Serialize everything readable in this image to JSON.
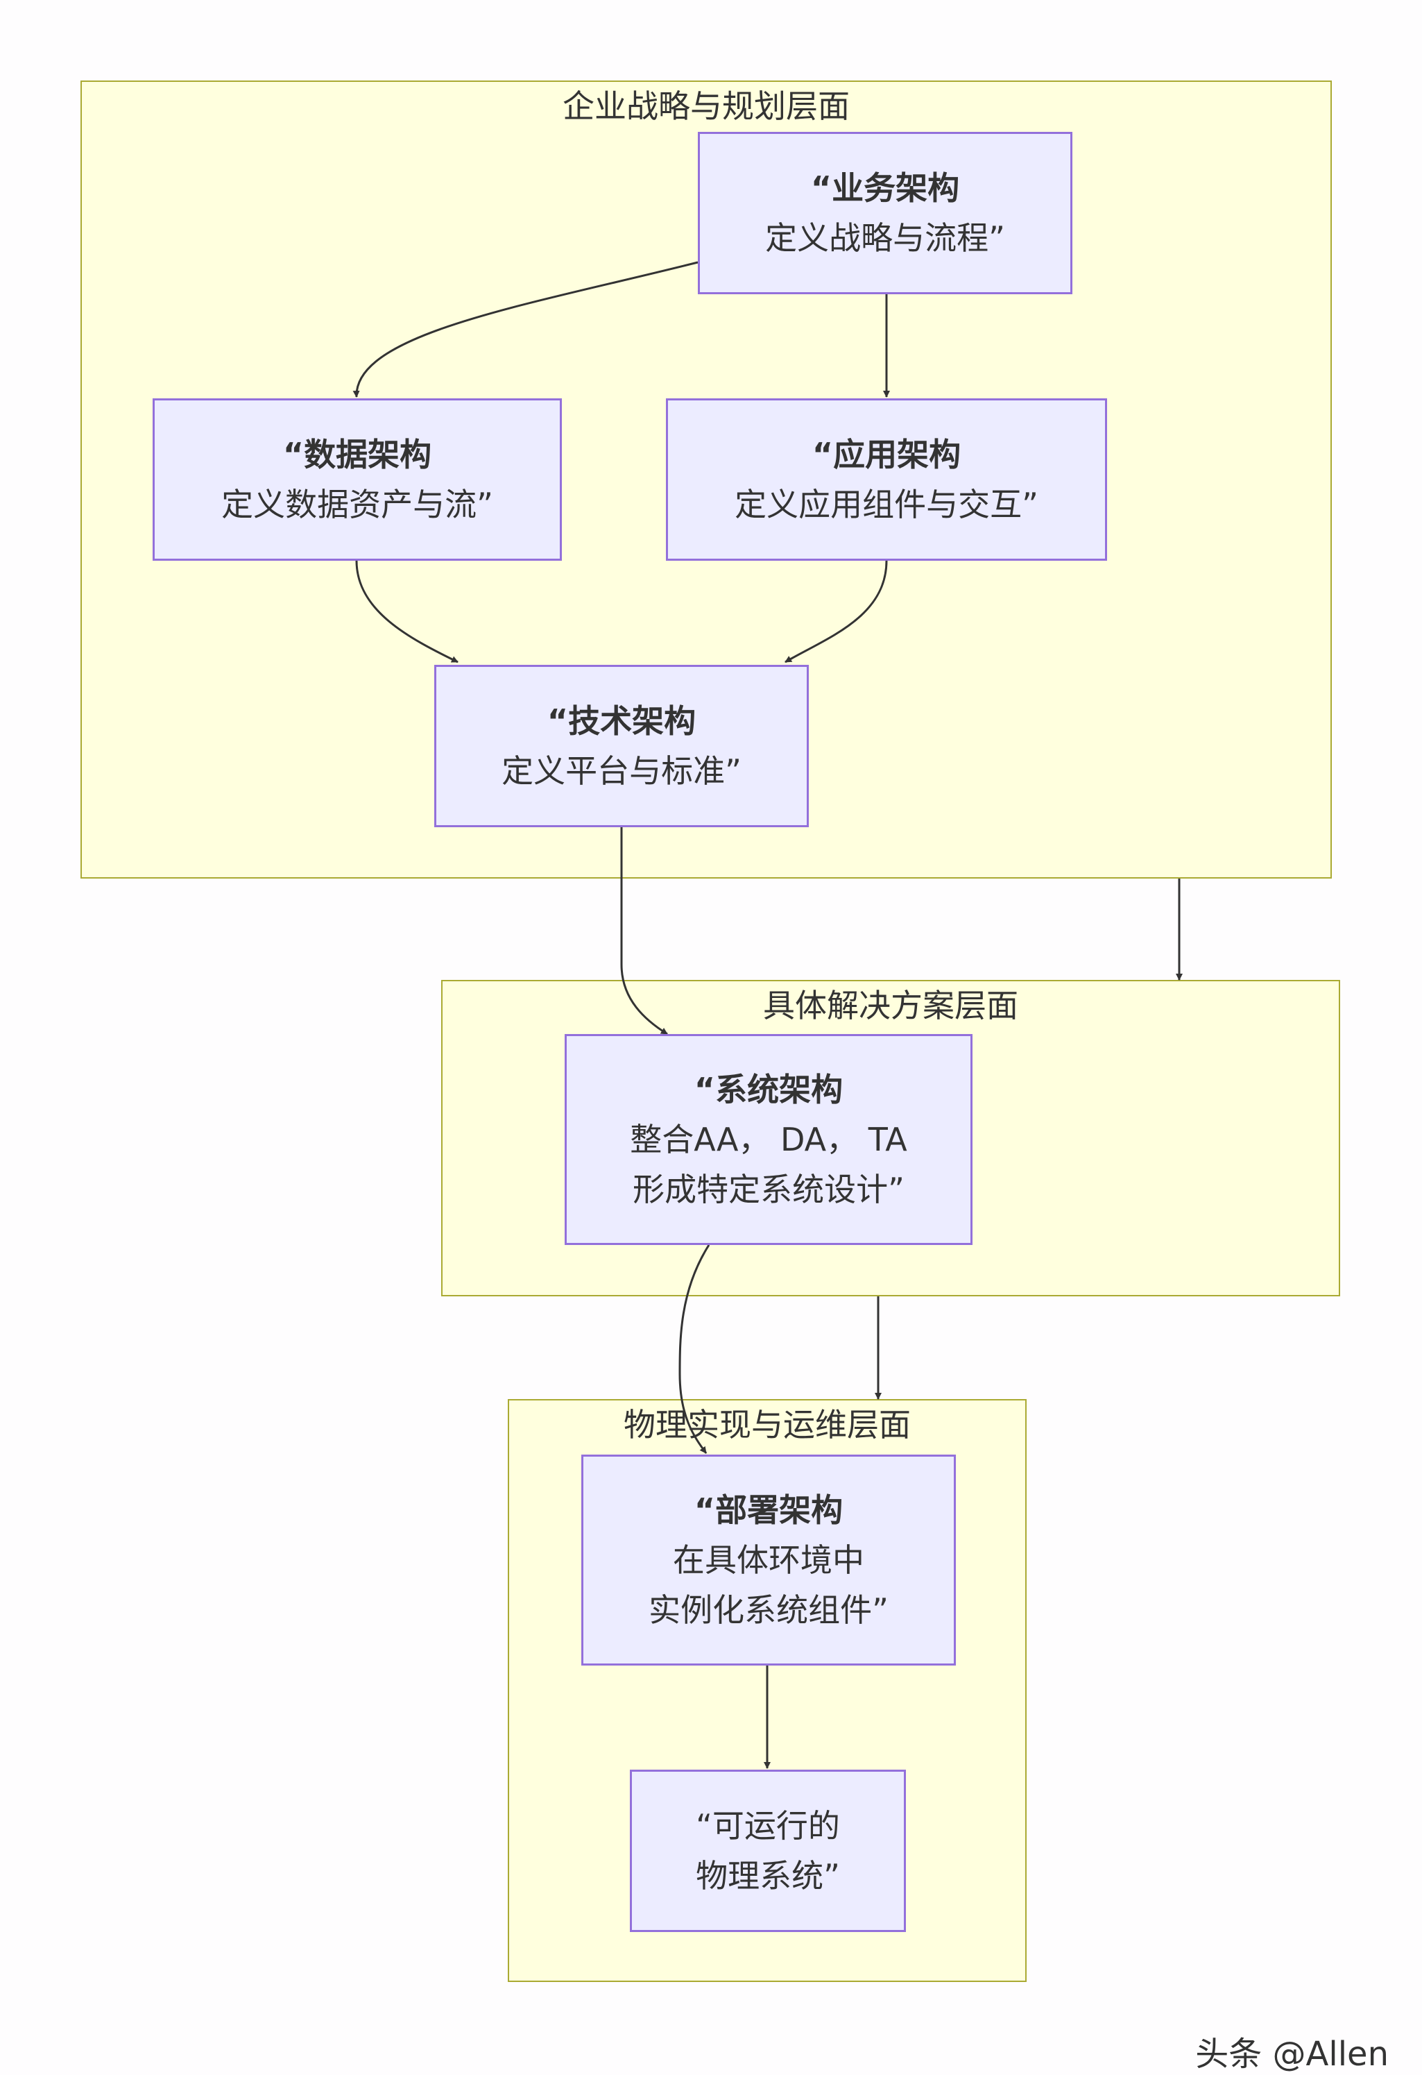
{
  "colors": {
    "cluster_fill": "#ffffde",
    "cluster_border": "#aaaa33",
    "node_fill": "#ececff",
    "node_border": "#9370db",
    "edge": "#333333",
    "text": "#333333"
  },
  "clusters": {
    "enterprise": {
      "title": "企业战略与规划层面"
    },
    "solution": {
      "title": "具体解决方案层面"
    },
    "physical": {
      "title": "物理实现与运维层面"
    }
  },
  "nodes": {
    "business": {
      "title": "“业务架构",
      "lines": [
        "定义战略与流程”"
      ]
    },
    "data": {
      "title": "“数据架构",
      "lines": [
        "定义数据资产与流”"
      ]
    },
    "application": {
      "title": "“应用架构",
      "lines": [
        "定义应用组件与交互”"
      ]
    },
    "technology": {
      "title": "“技术架构",
      "lines": [
        "定义平台与标准”"
      ]
    },
    "system": {
      "title": "“系统架构",
      "lines": [
        "整合AA， DA， TA",
        "形成特定系统设计”"
      ]
    },
    "deployment": {
      "title": "“部署架构",
      "lines": [
        "在具体环境中",
        "实例化系统组件”"
      ]
    },
    "runnable": {
      "title": "",
      "lines": [
        "“可运行的",
        "物理系统”"
      ]
    }
  },
  "edges": [
    {
      "from": "business",
      "to": "data"
    },
    {
      "from": "business",
      "to": "application"
    },
    {
      "from": "data",
      "to": "technology"
    },
    {
      "from": "application",
      "to": "technology"
    },
    {
      "from": "technology",
      "to": "system"
    },
    {
      "from": "enterprise",
      "to": "solution"
    },
    {
      "from": "system",
      "to": "deployment"
    },
    {
      "from": "solution",
      "to": "physical"
    },
    {
      "from": "deployment",
      "to": "runnable"
    }
  ],
  "watermark": "头条 @Allen"
}
